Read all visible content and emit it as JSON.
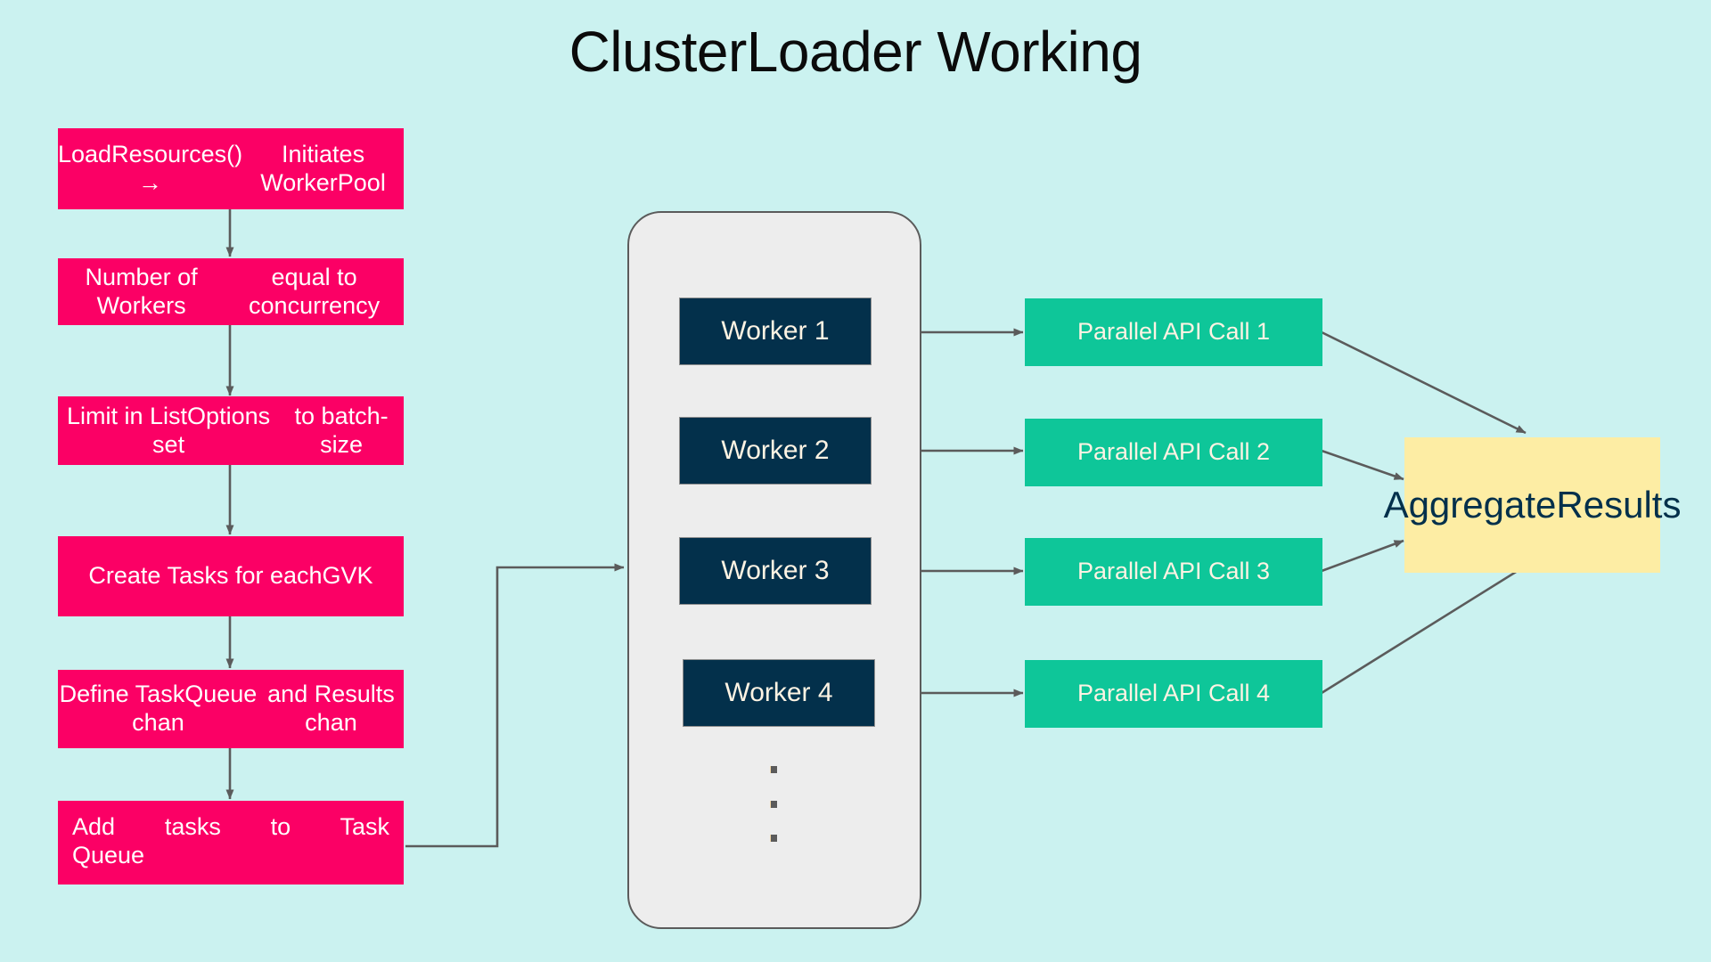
{
  "page": {
    "title": "ClusterLoader Working",
    "background_color": "#cbf2f0"
  },
  "colors": {
    "pink": "#fb0065",
    "navy": "#03304b",
    "green": "#0ec699",
    "yellow": "#fdeda4",
    "pool_fill": "#ededed",
    "line": "#5b5b5b",
    "cream_text": "#fdf3e3",
    "white_text": "#ffffff"
  },
  "left_flow": {
    "steps": [
      {
        "id": "load-resources",
        "line1": "LoadResources() →",
        "line2": "Initiates WorkerPool"
      },
      {
        "id": "number-of-workers",
        "line1": "Number of Workers",
        "line2": "equal to concurrency"
      },
      {
        "id": "limit-listoptions",
        "line1": "Limit in ListOptions set",
        "line2": "to batch-size"
      },
      {
        "id": "create-tasks",
        "line1": "Create Tasks for each",
        "line2": "GVK"
      },
      {
        "id": "define-channels",
        "line1": "Define TaskQueue chan",
        "line2": "and Results chan"
      },
      {
        "id": "add-tasks",
        "line1": "Add tasks to Task",
        "line2": "Queue"
      }
    ]
  },
  "worker_pool": {
    "workers": [
      {
        "label": "Worker 1"
      },
      {
        "label": "Worker 2"
      },
      {
        "label": "Worker 3"
      },
      {
        "label": "Worker 4"
      }
    ],
    "ellipsis": "···"
  },
  "api_calls": [
    {
      "label": "Parallel API Call 1"
    },
    {
      "label": "Parallel API Call 2"
    },
    {
      "label": "Parallel API Call 3"
    },
    {
      "label": "Parallel API Call 4"
    }
  ],
  "aggregate": {
    "line1": "Aggregate",
    "line2": "Results"
  }
}
